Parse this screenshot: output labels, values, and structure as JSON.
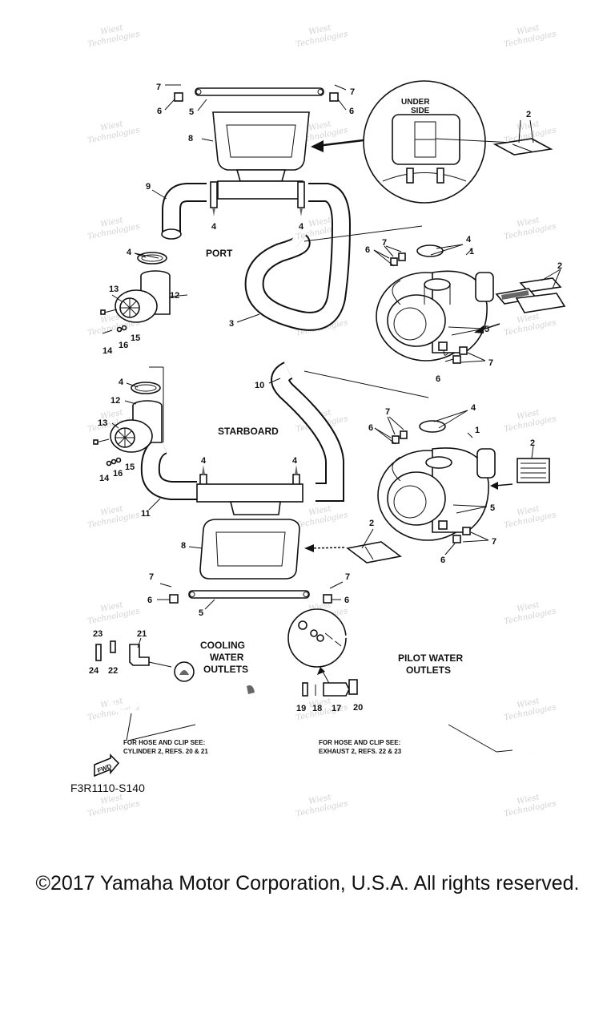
{
  "diagram": {
    "drawing_code": "F3R1110-S140",
    "sections": {
      "port": "PORT",
      "starboard": "STARBOARD",
      "under_side_1": "UNDER",
      "under_side_2": "SIDE",
      "cooling_1": "COOLING",
      "cooling_2": "WATER",
      "cooling_3": "OUTLETS",
      "pilot_1": "PILOT WATER",
      "pilot_2": "OUTLETS"
    },
    "notes": {
      "cylinder_1": "FOR HOSE AND CLIP SEE:",
      "cylinder_2": "CYLINDER 2, REFS. 20 & 21",
      "exhaust_1": "FOR HOSE AND CLIP SEE:",
      "exhaust_2": "EXHAUST 2, REFS. 22 & 23"
    },
    "fwd_label": "FWD",
    "watermark_1": "Wiest",
    "watermark_2": "Technologies",
    "callouts": {
      "c1": "1",
      "c2": "2",
      "c3": "3",
      "c4": "4",
      "c5": "5",
      "c6": "6",
      "c7": "7",
      "c8": "8",
      "c9": "9",
      "c10": "10",
      "c11": "11",
      "c12": "12",
      "c13": "13",
      "c14": "14",
      "c15": "15",
      "c16": "16",
      "c17": "17",
      "c18": "18",
      "c19": "19",
      "c20": "20",
      "c21": "21",
      "c22": "22",
      "c23": "23",
      "c24": "24"
    }
  },
  "footer": {
    "copyright": "©2017 Yamaha Motor Corporation, U.S.A. All rights reserved."
  }
}
